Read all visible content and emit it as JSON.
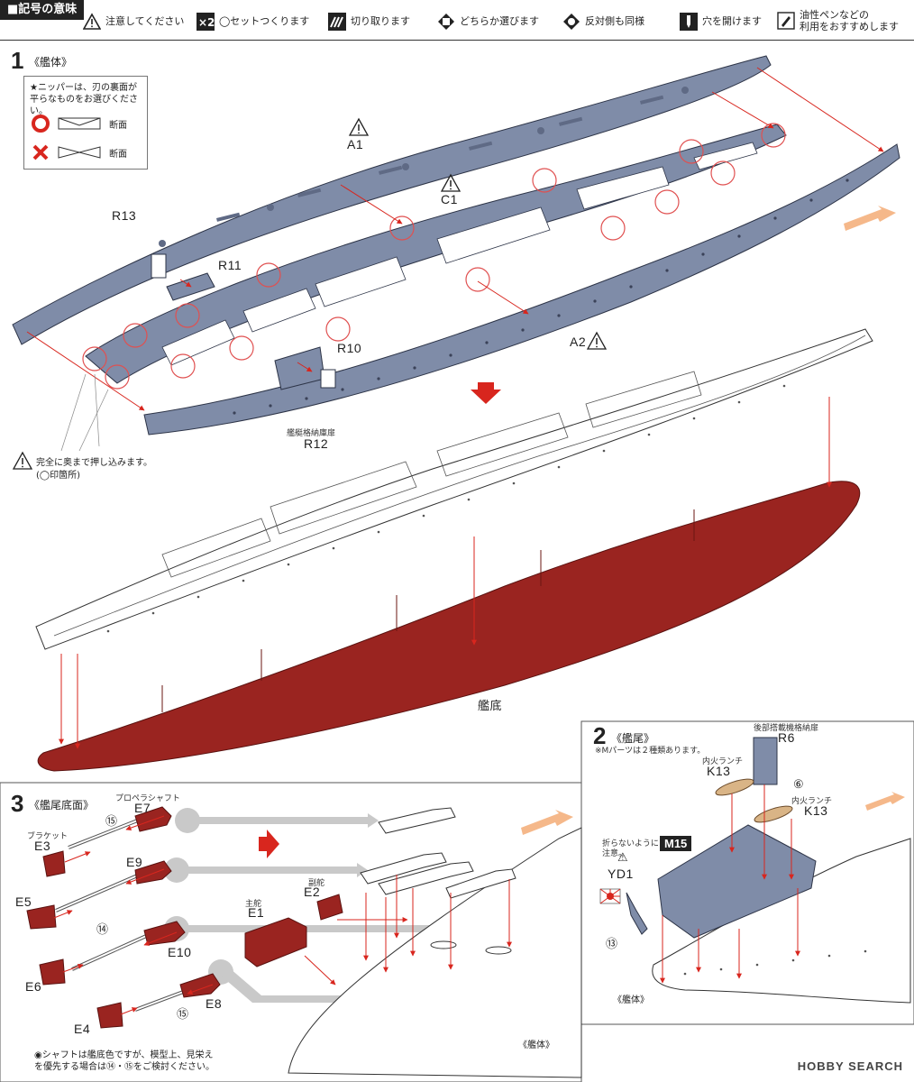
{
  "legend": {
    "title": "■記号の意味",
    "items": [
      {
        "icon": "caution-icon",
        "text": "注意してください"
      },
      {
        "icon": "times-two-icon",
        "text": "◯セットつくります"
      },
      {
        "icon": "cut-icon",
        "text": "切り取ります"
      },
      {
        "icon": "either-choose-icon",
        "text": "どちらか選びます"
      },
      {
        "icon": "same-both-sides-icon",
        "text": "反対側も同様"
      },
      {
        "icon": "drill-hole-icon",
        "text": "穴を開けます"
      },
      {
        "icon": "oil-pen-icon",
        "text": "油性ペンなどの",
        "text2": "利用をおすすめします"
      }
    ]
  },
  "step1": {
    "number": "1",
    "title": "《艦体》",
    "nipper": {
      "line": "★ニッパーは、刃の裏面が平らなものをお選びください。",
      "good_label": "断面",
      "bad_label": "断面"
    },
    "parts": {
      "a1": "A1",
      "c1": "C1",
      "a2": "A2",
      "r13": "R13",
      "r11": "R11",
      "r10": "R10",
      "r12": "R12",
      "r12_sub": "艦艇格納庫扉"
    },
    "press_note_1": "完全に奥まで押し込みます。",
    "press_note_2": "(◯印箇所)",
    "hull_bottom_label": "艦底"
  },
  "step2": {
    "number": "2",
    "title": "《艦尾》",
    "note": "※Mパーツは２種類あります。",
    "r6_sub": "後部搭載機格納扉",
    "r6": "R6",
    "k13_sub_left": "内火ランチ",
    "k13_left": "K13",
    "k13_sub_right": "内火ランチ",
    "k13_right": "K13",
    "count_6": "⑥",
    "m15": "M15",
    "yd1_note_1": "折らないように",
    "yd1_note_2": "注意。",
    "yd1": "YD1",
    "count_13": "⑬",
    "hull_label": "《艦体》"
  },
  "step3": {
    "number": "3",
    "title": "《艦尾底面》",
    "shaft_sub": "プロペラシャフト",
    "e7": "E7",
    "bracket_sub": "ブラケット",
    "e3": "E3",
    "count_15a": "⑮",
    "e9": "E9",
    "e5": "E5",
    "count_14": "⑭",
    "e10": "E10",
    "e6": "E6",
    "e8": "E8",
    "count_15b": "⑮",
    "e4": "E4",
    "rudder_main_sub": "主舵",
    "e1": "E1",
    "rudder_sub_sub": "副舵",
    "e2": "E2",
    "hull_label": "《艦体》",
    "shaft_note_1": "◉シャフトは艦底色ですが、模型上、見栄え",
    "shaft_note_2": "を優先する場合は⑭・⑮をご検討ください。"
  },
  "watermark": "HOBBY SEARCH",
  "colors": {
    "part_gray": "#7f8ca8",
    "hull_red": "#9a2420",
    "arrow_red": "#d8261e",
    "circle_red": "#e05050",
    "arrow_orange": "#f5b88a"
  }
}
